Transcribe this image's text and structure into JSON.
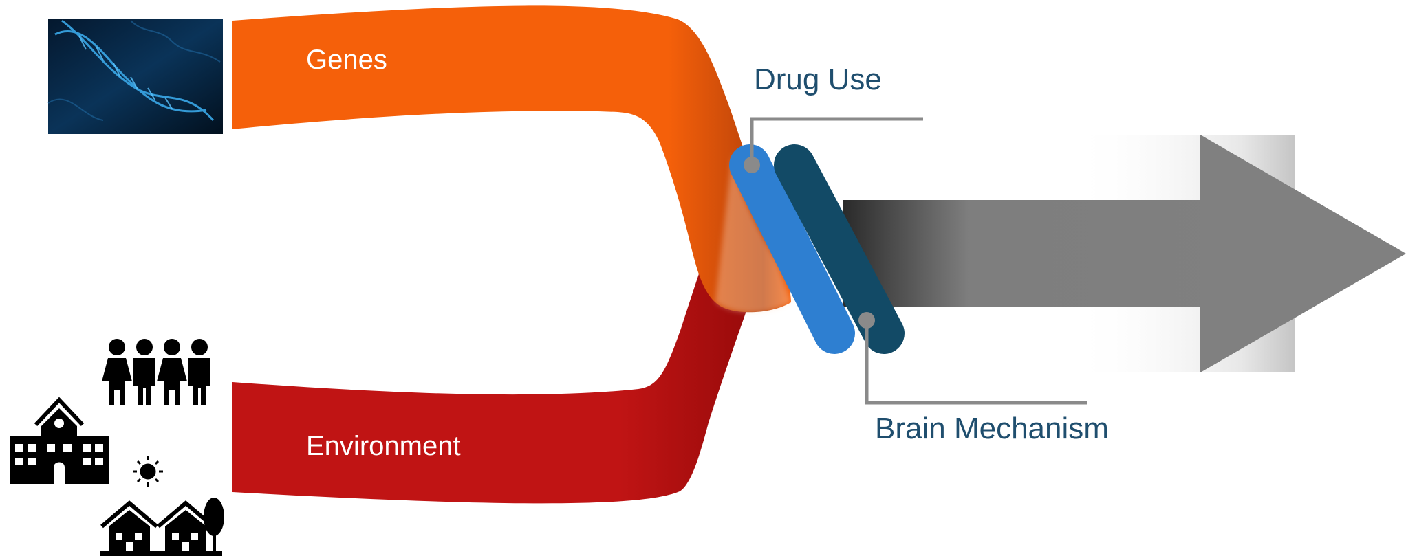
{
  "diagram": {
    "inputs": [
      {
        "label": "Genes",
        "image": "dna-helix-photo"
      },
      {
        "label": "Environment",
        "icons": [
          "family-icon",
          "school-icon",
          "sun-icon",
          "houses-icon"
        ]
      }
    ],
    "factors": [
      {
        "label": "Drug Use"
      },
      {
        "label": "Brain Mechanism"
      }
    ],
    "output": {
      "icon": "arrow-right-icon"
    },
    "colors": {
      "genes_band": "#f5600a",
      "environment_band": "#c01414",
      "drug_use_pill": "#2e7fd1",
      "brain_mechanism_pill": "#124a66",
      "arrow": "#808080",
      "leader_line": "#8a8a8a",
      "label_text": "#1f4e6e"
    }
  }
}
